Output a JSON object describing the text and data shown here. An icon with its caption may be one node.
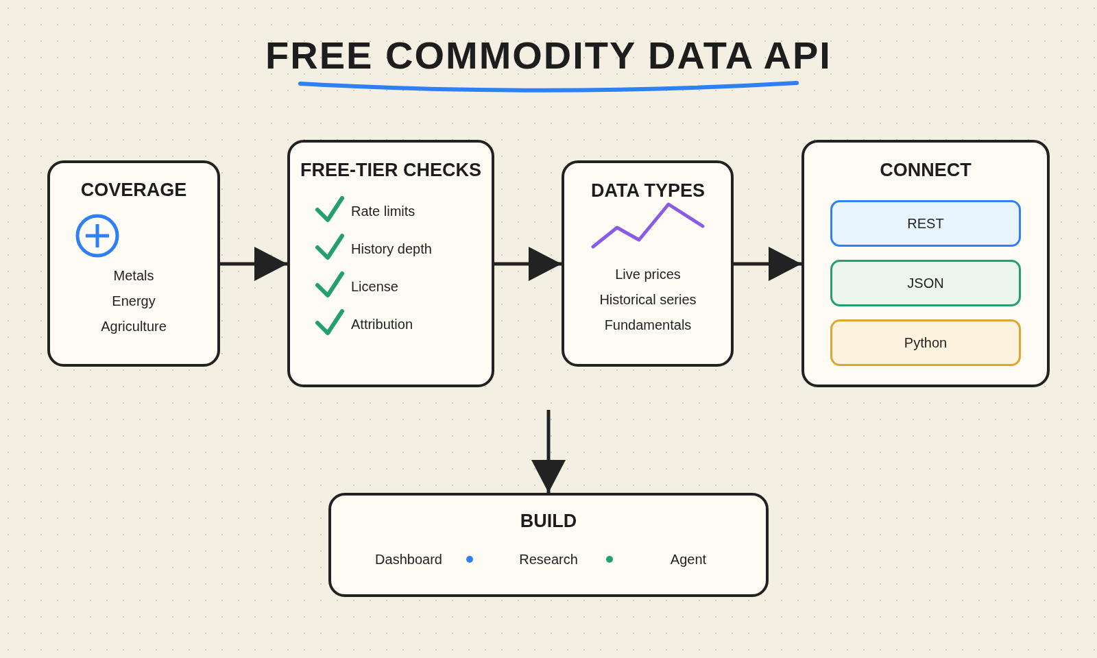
{
  "diagram": {
    "title": "FREE COMMODITY DATA API",
    "nodes": [
      {
        "text": [
          "COVERAGE",
          "Metals",
          "Energy",
          "Agriculture"
        ]
      },
      {
        "text": [
          "FREE-TIER CHECKS",
          "Rate limits",
          "History depth",
          "License",
          "Attribution"
        ]
      },
      {
        "text": [
          "DATA TYPES",
          "Live prices",
          "Historical series",
          "Fundamentals"
        ]
      },
      {
        "text": [
          "CONNECT"
        ]
      },
      {
        "text": [
          "REST"
        ],
        "in": 3
      },
      {
        "text": [
          "JSON"
        ],
        "in": 3
      },
      {
        "text": [
          "Python"
        ],
        "in": 3
      },
      {
        "text": [
          "BUILD",
          "Dashboard",
          "Research",
          "Agent"
        ]
      }
    ],
    "edges": [
      {
        "from": 0,
        "to": 1,
        "arrow": "to"
      },
      {
        "from": 1,
        "to": 2,
        "arrow": "to"
      },
      {
        "from": 2,
        "to": 3,
        "arrow": "to"
      },
      {
        "from": null,
        "to": 7,
        "arrow": "to"
      }
    ]
  }
}
